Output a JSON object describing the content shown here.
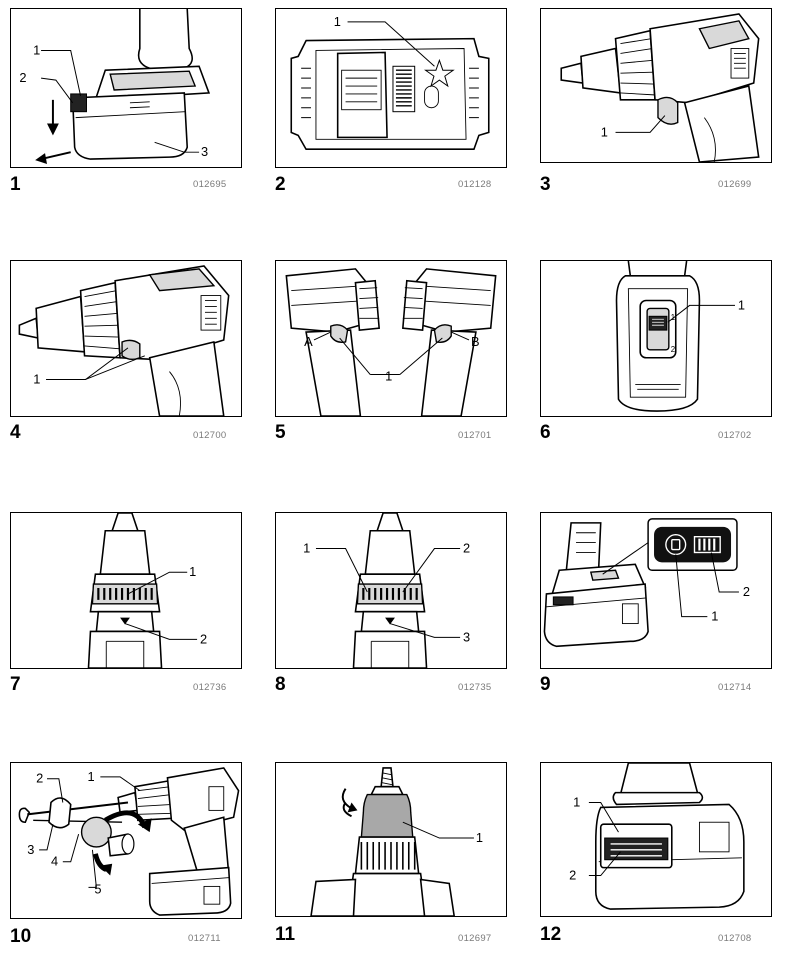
{
  "figures": [
    {
      "number": "1",
      "code": "012695",
      "callouts": [
        "1",
        "2",
        "3"
      ]
    },
    {
      "number": "2",
      "code": "012128",
      "callouts": [
        "1"
      ]
    },
    {
      "number": "3",
      "code": "012699",
      "callouts": [
        "1"
      ]
    },
    {
      "number": "4",
      "code": "012700",
      "callouts": [
        "1"
      ]
    },
    {
      "number": "5",
      "code": "012701",
      "callouts": [
        "A",
        "1",
        "B"
      ]
    },
    {
      "number": "6",
      "code": "012702",
      "callouts": [
        "1",
        "1",
        "2"
      ]
    },
    {
      "number": "7",
      "code": "012736",
      "callouts": [
        "1",
        "2"
      ]
    },
    {
      "number": "8",
      "code": "012735",
      "callouts": [
        "1",
        "2",
        "3"
      ]
    },
    {
      "number": "9",
      "code": "012714",
      "callouts": [
        "1",
        "2"
      ]
    },
    {
      "number": "10",
      "code": "012711",
      "callouts": [
        "2",
        "1",
        "3",
        "4",
        "5"
      ]
    },
    {
      "number": "11",
      "code": "012697",
      "callouts": [
        "1"
      ]
    },
    {
      "number": "12",
      "code": "012708",
      "callouts": [
        "1",
        "2"
      ]
    }
  ]
}
